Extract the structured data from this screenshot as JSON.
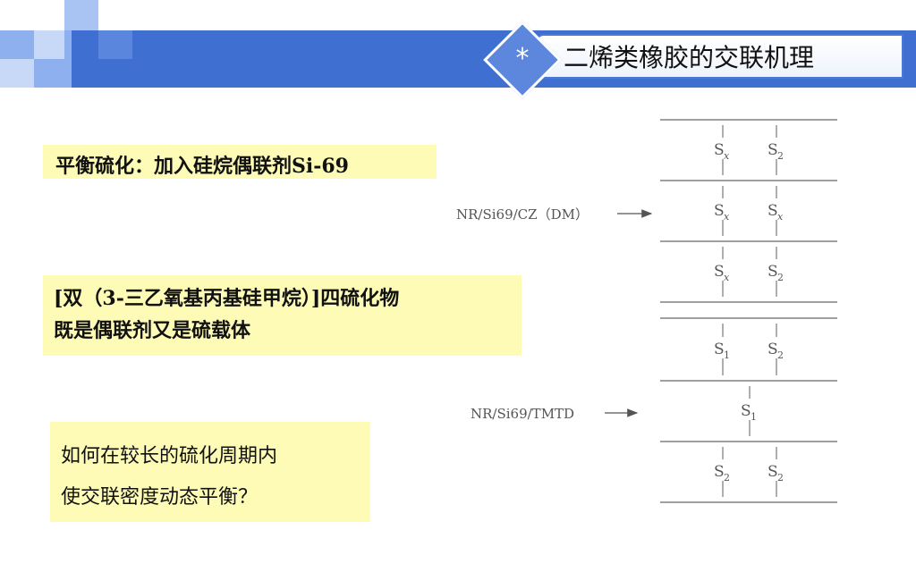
{
  "header": {
    "title": "二烯类橡胶的交联机理",
    "badge_symbol": "*",
    "colors": {
      "band": "#3f6fd0",
      "light": "#8fb0ee"
    }
  },
  "boxes": {
    "box1": {
      "text": "平衡硫化：加入硅烷偶联剂Si-69"
    },
    "box2": {
      "line1": "[双（3-三乙氧基丙基硅甲烷）]四硫化物",
      "line2": "既是偶联剂又是硫载体"
    },
    "box3": {
      "line1": "如何在较长的硫化周期内",
      "line2": "使交联密度动态平衡？"
    }
  },
  "diagram": {
    "upper_label": "NR/Si69/CZ（DM）",
    "lower_label": "NR/Si69/TMTD",
    "upper_rows": [
      {
        "left": "x",
        "right": "2"
      },
      {
        "left": "x",
        "right": "x"
      },
      {
        "left": "x",
        "right": "2"
      }
    ],
    "lower_rows": [
      {
        "left": "1",
        "right": "2"
      },
      {
        "center": "1"
      },
      {
        "left": "2",
        "right": "2"
      }
    ],
    "sulfur_symbol": "S"
  }
}
